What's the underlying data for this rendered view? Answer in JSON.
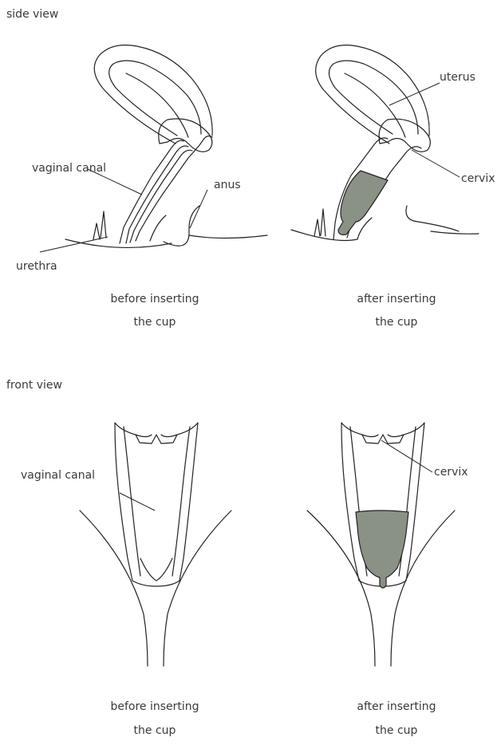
{
  "colors": {
    "line": "#222222",
    "cup_fill": "#8a9185",
    "text": "#3a3a3a"
  },
  "side_view": {
    "heading": "side view",
    "before": {
      "labels": {
        "vaginal_canal": "vaginal canal",
        "anus": "anus",
        "urethra": "urethra"
      },
      "caption_line1": "before inserting",
      "caption_line2": "the cup"
    },
    "after": {
      "labels": {
        "uterus": "uterus",
        "cervix": "cervix"
      },
      "caption_line1": "after inserting",
      "caption_line2": "the cup"
    }
  },
  "front_view": {
    "heading": "front view",
    "before": {
      "labels": {
        "vaginal_canal": "vaginal canal"
      },
      "caption_line1": "before inserting",
      "caption_line2": "the cup"
    },
    "after": {
      "labels": {
        "cervix": "cervix"
      },
      "caption_line1": "after inserting",
      "caption_line2": "the cup"
    }
  }
}
